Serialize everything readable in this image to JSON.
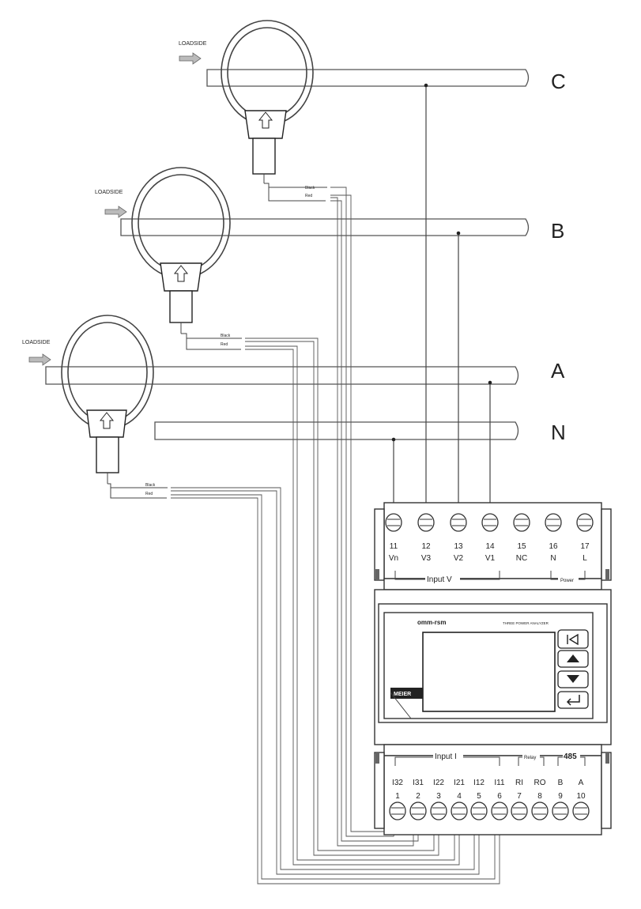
{
  "phases": [
    {
      "id": "C",
      "label": "C",
      "ct": {
        "loadside": "LOADSIDE",
        "wire_black": "Black",
        "wire_red": "Red"
      }
    },
    {
      "id": "B",
      "label": "B",
      "ct": {
        "loadside": "LOADSIDE",
        "wire_black": "Black",
        "wire_red": "Red"
      }
    },
    {
      "id": "A",
      "label": "A",
      "ct": {
        "loadside": "LOADSIDE",
        "wire_black": "Black",
        "wire_red": "Red"
      }
    },
    {
      "id": "N",
      "label": "N"
    }
  ],
  "meter": {
    "brand": "omm-rsm",
    "model_text": "THREE POWER ANALYZER",
    "logo": "MEIER",
    "top_terminals": [
      {
        "num": "11",
        "name": "Vn"
      },
      {
        "num": "12",
        "name": "V3"
      },
      {
        "num": "13",
        "name": "V2"
      },
      {
        "num": "14",
        "name": "V1"
      },
      {
        "num": "15",
        "name": "NC"
      },
      {
        "num": "16",
        "name": "N"
      },
      {
        "num": "17",
        "name": "L"
      }
    ],
    "top_groups": {
      "input_v": "Input V",
      "power": "Power"
    },
    "bottom_terminals": [
      {
        "num": "1",
        "name": "I32"
      },
      {
        "num": "2",
        "name": "I31"
      },
      {
        "num": "3",
        "name": "I22"
      },
      {
        "num": "4",
        "name": "I21"
      },
      {
        "num": "5",
        "name": "I12"
      },
      {
        "num": "6",
        "name": "I11"
      },
      {
        "num": "7",
        "name": "RI"
      },
      {
        "num": "8",
        "name": "RO"
      },
      {
        "num": "9",
        "name": "B"
      },
      {
        "num": "10",
        "name": "A"
      }
    ],
    "bottom_groups": {
      "input_i": "Input I",
      "relay": "Relay",
      "rs485": "485"
    },
    "buttons": [
      "home-icon",
      "up-arrow-icon",
      "down-arrow-icon",
      "enter-icon"
    ]
  }
}
